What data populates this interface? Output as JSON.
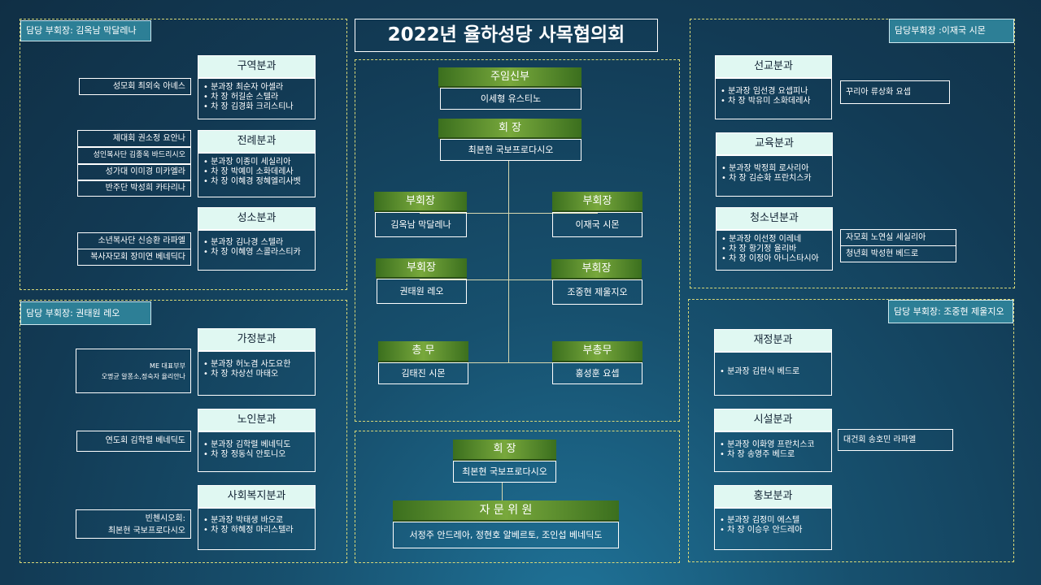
{
  "title": "2022년 율하성당 사목협의회",
  "top_left": {
    "tag": "담당 부회장: 김옥남 막달레나",
    "divisions": [
      {
        "name": "구역분과",
        "members": [
          "• 분과장  최순자 아셀라",
          "• 차   장  허길순 스텔라",
          "• 차   장  김경화 크리스티나"
        ]
      },
      {
        "name": "전례분과",
        "members": [
          "• 분과장  이종미 세실리아",
          "• 차   장  박예미 소화데레사",
          "• 차   장  이혜경 정혜엘리사벳"
        ]
      },
      {
        "name": "성소분과",
        "members": [
          "• 분과장  김나경 스텔라",
          "• 차   장  이혜영 스콜라스티카"
        ]
      }
    ],
    "side": {
      "d1": [
        "성모회  최외숙 아녜스"
      ],
      "d2": [
        "제대회 권소정 요안나",
        "성인복사단  김종욱 바드리시오",
        "성가대  이미경 미카엘라",
        "반주단  박성희 카타리나"
      ],
      "d3": [
        "소년복사단 신승환 라파엘",
        "복사자모회 장미연 베네딕다"
      ]
    }
  },
  "bottom_left": {
    "tag": "담당 부회장: 권태원 레오",
    "divisions": [
      {
        "name": "가정분과",
        "members": [
          "• 분과장  허노겸 사도요한",
          "• 차   장  차상선 마태오"
        ]
      },
      {
        "name": "노인분과",
        "members": [
          "• 분과장    김학렬 베네딕도",
          "• 차   장    정동식 안토니오"
        ]
      },
      {
        "name": "사회복지분과",
        "members": [
          "• 분과장  박태생 바오로",
          "• 차   장  하혜정 마리스텔라"
        ]
      }
    ],
    "side": {
      "d1": [
        "ME 대표부부",
        "오명균 알퐁소,정숙자 율리안나"
      ],
      "d2": [
        "연도회 김학렬 베네딕도"
      ],
      "d3": [
        "빈첸시오회:",
        "최본현 국보프로다시오"
      ]
    }
  },
  "top_right": {
    "tag": "담당부회장 :이재국 시몬",
    "divisions": [
      {
        "name": "선교분과",
        "members": [
          "• 분과장  임선경 요셉피나",
          "• 차   장  박유미 소화데레사"
        ]
      },
      {
        "name": "교육분과",
        "members": [
          "• 분과장  박정희 로사리아",
          "• 차   장  김순화 프란치스카"
        ]
      },
      {
        "name": "청소년분과",
        "members": [
          "• 분과장  이선정 이레네",
          "• 차   장  황기정 율리바",
          "• 차   장  이정아 아니스타시아"
        ]
      }
    ],
    "side": {
      "d1": [
        "꾸리아 류상화 요셉"
      ],
      "d3": [
        "자모회 노연실 세실리아",
        "청년회 박성현 베드로"
      ]
    }
  },
  "bottom_right": {
    "tag": "담당 부회장: 조중현 제울지오",
    "divisions": [
      {
        "name": "재정분과",
        "members": [
          "• 분과장  김현식 베드로"
        ]
      },
      {
        "name": "시설분과",
        "members": [
          "• 분과장    이화영 프란치스코",
          "• 차   장    송영주 베드로"
        ]
      },
      {
        "name": "홍보분과",
        "members": [
          "• 분과장  김정미 에스텔",
          "• 차   장  이승우 안드레아"
        ]
      }
    ],
    "side": {
      "d2": [
        "대건회 송호민 라파엘"
      ]
    }
  },
  "center": {
    "pastor": {
      "role": "주임신부",
      "name": "이세형 유스티노"
    },
    "president": {
      "role": "회 장",
      "name": "최본현 국보프로다시오"
    },
    "vp1": {
      "role": "부회장",
      "name": "김옥남 막달레나"
    },
    "vp2": {
      "role": "부회장",
      "name": "이재국 시몬"
    },
    "vp3": {
      "role": "부회장",
      "name": "권태원 레오"
    },
    "vp4": {
      "role": "부회장",
      "name": "조중현 제울지오"
    },
    "secretary": {
      "role": "총 무",
      "name": "김태진 시몬"
    },
    "vice_secretary": {
      "role": "부총무",
      "name": "홍성훈 요셉"
    }
  },
  "advisory": {
    "president": {
      "role": "회 장",
      "name": "최본현 국보프로다시오"
    },
    "advisors": {
      "role": "자 문 위 원",
      "name": "서정주 안드레아, 정현호 알베르토, 조인섭 베네딕도"
    }
  }
}
